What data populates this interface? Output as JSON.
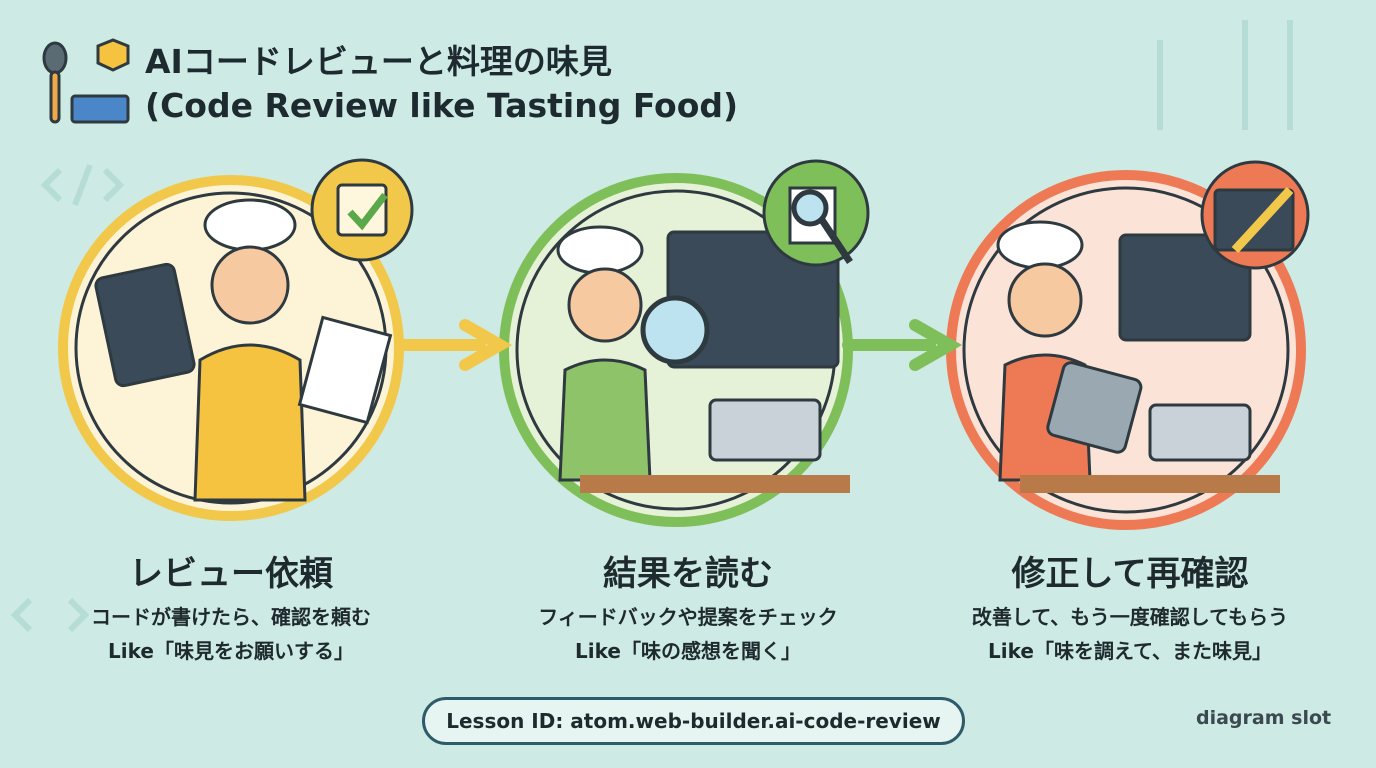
{
  "header": {
    "title_line1": "AIコードレビューと料理の味見",
    "title_line2": "(Code Review like Tasting Food)"
  },
  "steps": [
    {
      "title": "レビュー依頼",
      "desc": "コードが書けたら、確認を頼む",
      "like": "Like「味見をお願いする」",
      "color": "#f2c84b",
      "badge_icon": "checklist-icon"
    },
    {
      "title": "結果を読む",
      "desc": "フィードバックや提案をチェック",
      "like": "Like「味の感想を聞く」",
      "color": "#7fbf5a",
      "badge_icon": "magnifier-document-icon"
    },
    {
      "title": "修正して再確認",
      "desc": "改善して、もう一度確認してもらう",
      "like": "Like「味を調えて、また味見」",
      "color": "#ee7a55",
      "badge_icon": "wrench-code-icon"
    }
  ],
  "footer": {
    "lesson_id": "Lesson ID: atom.web-builder.ai-code-review",
    "slot": "diagram slot"
  }
}
